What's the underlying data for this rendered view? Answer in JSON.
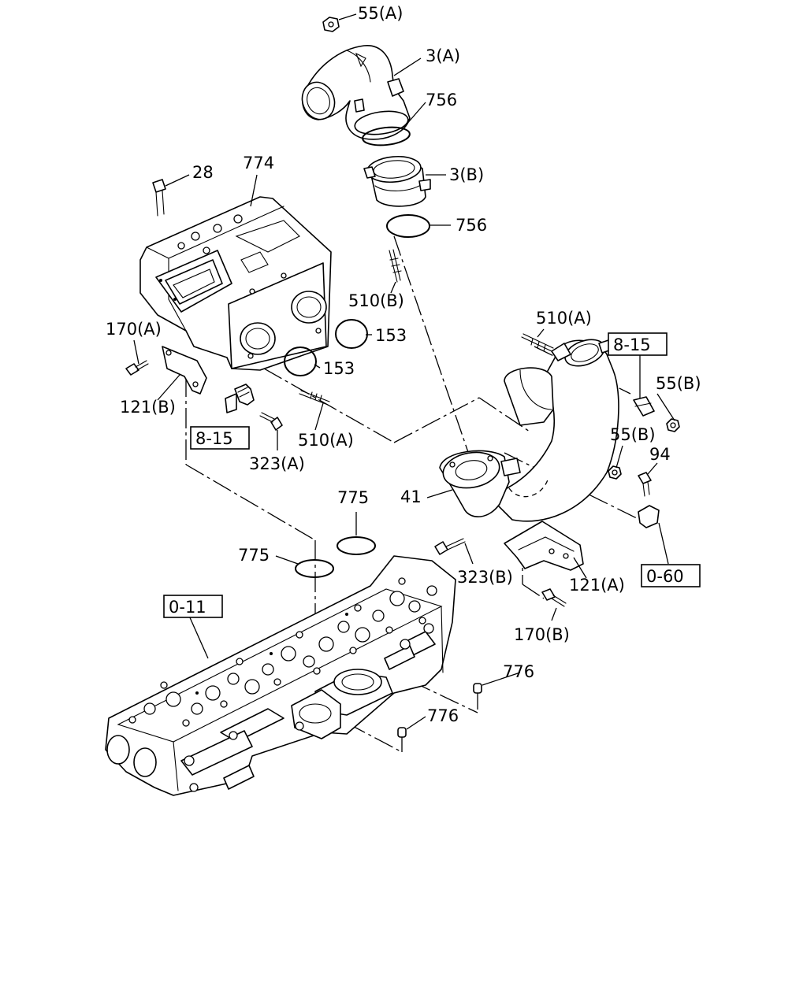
{
  "callouts": {
    "c55A": "55(A)",
    "c3A": "3(A)",
    "c756top": "756",
    "c774": "774",
    "c28": "28",
    "c3B": "3(B)",
    "c756mid": "756",
    "c510B": "510(B)",
    "c510Aright": "510(A)",
    "c170A": "170(A)",
    "c153top": "153",
    "c153bot": "153",
    "c121B": "121(B)",
    "c510Amid": "510(A)",
    "c323A": "323(A)",
    "c55Bright": "55(B)",
    "c55Bmid": "55(B)",
    "c94": "94",
    "c41": "41",
    "c775right": "775",
    "c775left": "775",
    "c323B": "323(B)",
    "c121A": "121(A)",
    "c170B": "170(B)",
    "c776top": "776",
    "c776bot": "776"
  },
  "references": {
    "r815right": "8-15",
    "r815left": "8-15",
    "r060": "0-60",
    "r011": "0-11"
  }
}
